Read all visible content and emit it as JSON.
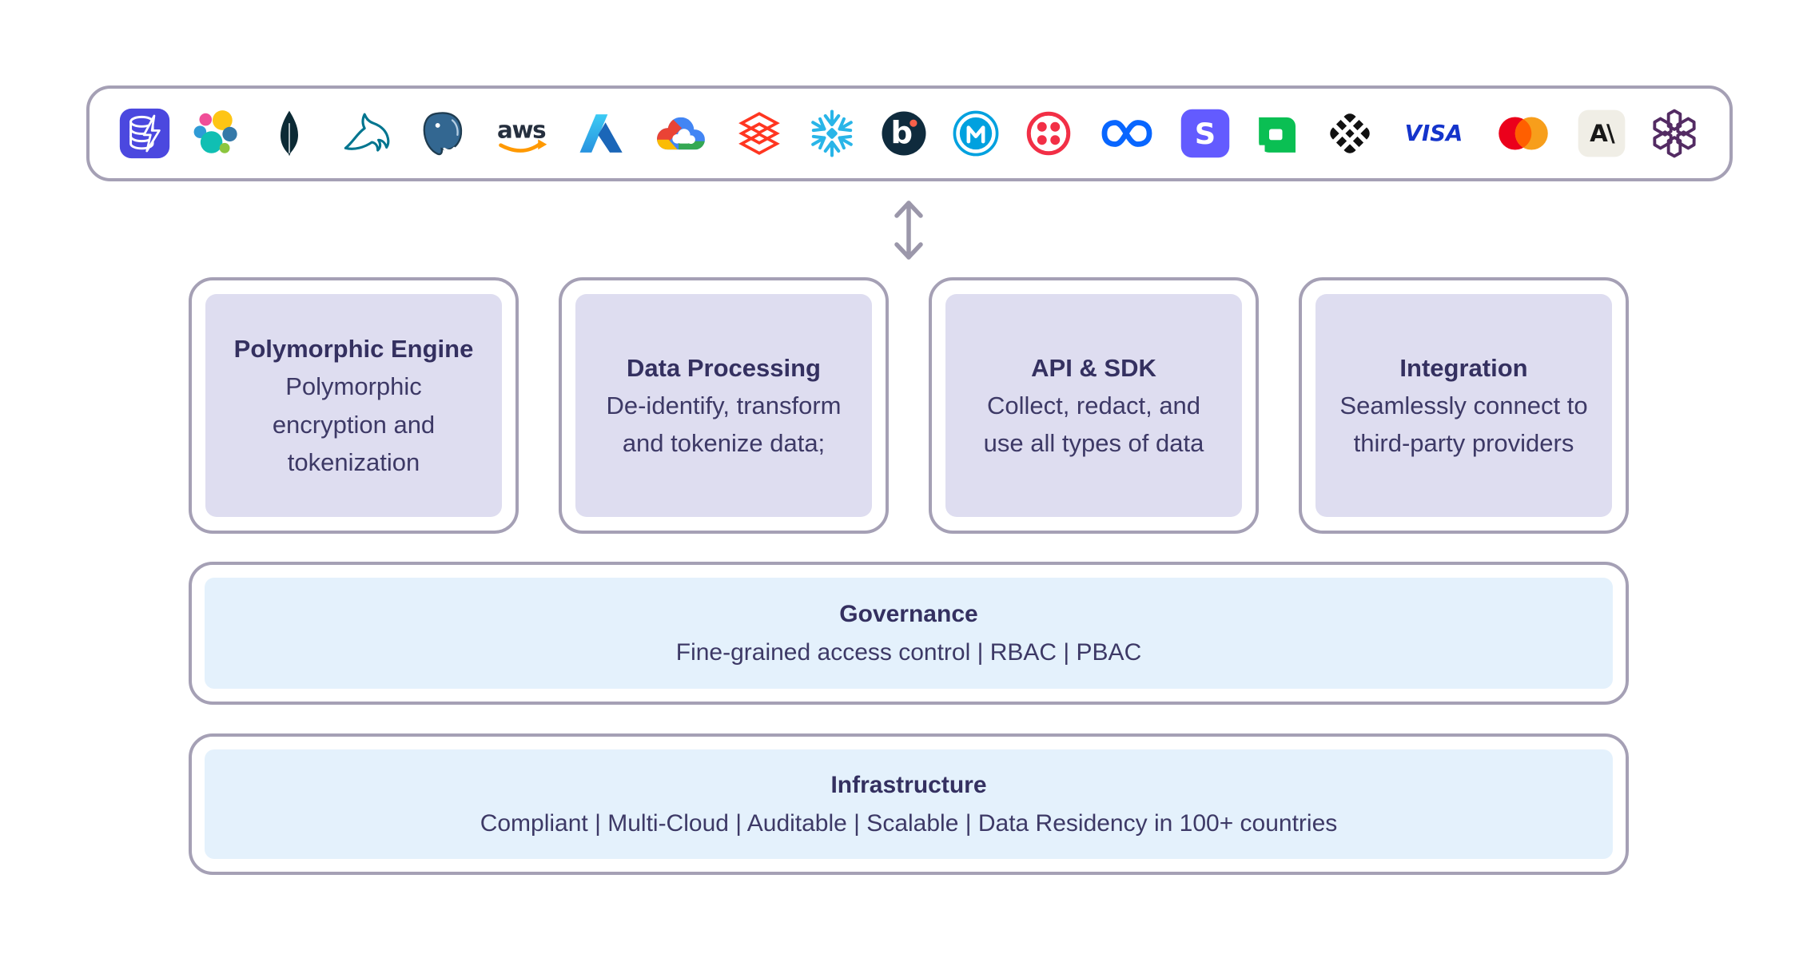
{
  "diagram": {
    "integrations": {
      "items": [
        {
          "name": "database",
          "brand": "Database"
        },
        {
          "name": "elastic",
          "brand": "Elastic"
        },
        {
          "name": "mongodb",
          "brand": "MongoDB"
        },
        {
          "name": "mysql",
          "brand": "MySQL"
        },
        {
          "name": "postgresql",
          "brand": "PostgreSQL"
        },
        {
          "name": "aws",
          "brand": "AWS"
        },
        {
          "name": "azure",
          "brand": "Microsoft Azure"
        },
        {
          "name": "google-cloud",
          "brand": "Google Cloud"
        },
        {
          "name": "databricks",
          "brand": "Databricks"
        },
        {
          "name": "snowflake",
          "brand": "Snowflake"
        },
        {
          "name": "braze",
          "brand": "Braze"
        },
        {
          "name": "mulesoft",
          "brand": "MuleSoft"
        },
        {
          "name": "twilio",
          "brand": "Twilio"
        },
        {
          "name": "meta",
          "brand": "Meta"
        },
        {
          "name": "stripe",
          "brand": "Stripe"
        },
        {
          "name": "adyen",
          "brand": "Adyen"
        },
        {
          "name": "plaid",
          "brand": "Plaid"
        },
        {
          "name": "visa",
          "brand": "Visa"
        },
        {
          "name": "mastercard",
          "brand": "Mastercard"
        },
        {
          "name": "anthropic",
          "brand": "Anthropic"
        },
        {
          "name": "openai",
          "brand": "OpenAI"
        }
      ]
    },
    "arrow": {
      "name": "bidirectional-arrow"
    },
    "cards": [
      {
        "title": "Polymorphic Engine",
        "body": "Polymorphic encryption and tokenization"
      },
      {
        "title": "Data Processing",
        "body": "De-identify, transform and tokenize data;"
      },
      {
        "title": "API & SDK",
        "body": "Collect, redact, and use all types of data"
      },
      {
        "title": "Integration",
        "body": "Seamlessly connect to third-party providers"
      }
    ],
    "bands": [
      {
        "title": "Governance",
        "body": "Fine-grained access control | RBAC | PBAC"
      },
      {
        "title": "Infrastructure",
        "body": "Compliant | Multi-Cloud | Auditable | Scalable | Data Residency in 100+ countries"
      }
    ],
    "colors": {
      "border": "#A5A0B5",
      "card_fill": "#DEDDF0",
      "band_fill": "#E4F1FC",
      "text": "#3D3966",
      "arrow": "#9B97AA"
    }
  }
}
